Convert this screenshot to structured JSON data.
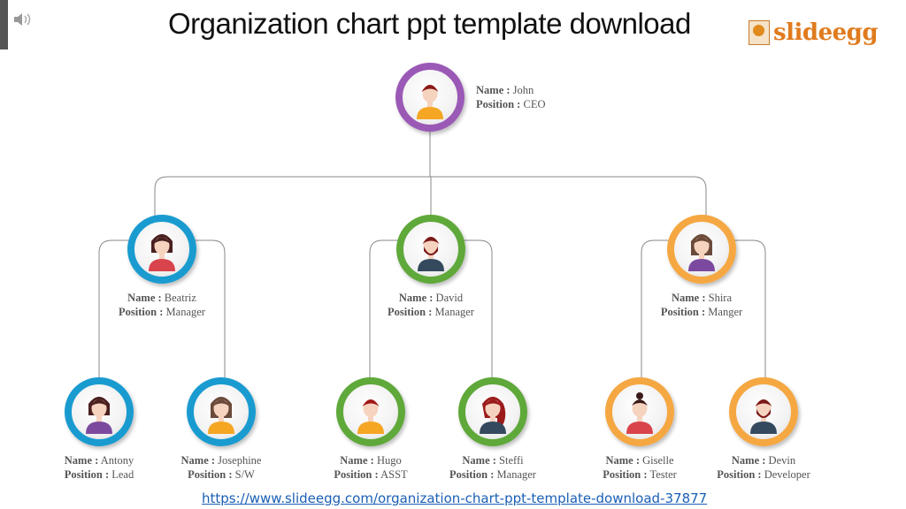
{
  "title": "Organization chart ppt template download",
  "logo": {
    "text": "slideegg",
    "color": "#e07b1e"
  },
  "labels": {
    "name": "Name :",
    "position": "Position :"
  },
  "ring_colors": {
    "purple": "#9b59b6",
    "blue": "#1a9bd0",
    "green": "#5fa83a",
    "orange": "#f5a742"
  },
  "people": [
    {
      "id": "john",
      "name": "John",
      "position": "CEO",
      "ring": "purple",
      "hair": "#8b1a1a",
      "shirt": "#f5a623",
      "style": "short"
    },
    {
      "id": "beatriz",
      "name": "Beatriz",
      "position": "Manager",
      "ring": "blue",
      "hair": "#4a1f1f",
      "shirt": "#d9434b",
      "style": "bob"
    },
    {
      "id": "david",
      "name": "David",
      "position": "Manager",
      "ring": "green",
      "hair": "#7a1a1a",
      "shirt": "#34495e",
      "style": "beard"
    },
    {
      "id": "shira",
      "name": "Shira",
      "position": "Manger",
      "ring": "orange",
      "hair": "#6b4a3a",
      "shirt": "#7b4a9e",
      "style": "long"
    },
    {
      "id": "antony",
      "name": "Antony",
      "position": "Lead",
      "ring": "blue",
      "hair": "#4a1f1f",
      "shirt": "#7b4a9e",
      "style": "bob"
    },
    {
      "id": "josephine",
      "name": "Josephine",
      "position": "S/W",
      "ring": "blue",
      "hair": "#6b4a3a",
      "shirt": "#f5a623",
      "style": "long"
    },
    {
      "id": "hugo",
      "name": "Hugo",
      "position": "ASST",
      "ring": "green",
      "hair": "#a01818",
      "shirt": "#f5a623",
      "style": "short"
    },
    {
      "id": "steffi",
      "name": "Steffi",
      "position": "Manager",
      "ring": "green",
      "hair": "#9b1b1b",
      "shirt": "#34495e",
      "style": "wavy"
    },
    {
      "id": "giselle",
      "name": "Giselle",
      "position": "Tester",
      "ring": "orange",
      "hair": "#3a1a1a",
      "shirt": "#d9434b",
      "style": "bun"
    },
    {
      "id": "devin",
      "name": "Devin",
      "position": "Developer",
      "ring": "orange",
      "hair": "#7a1a1a",
      "shirt": "#34495e",
      "style": "beard"
    }
  ],
  "url": "https://www.slideegg.com/organization-chart-ppt-template-download-37877",
  "icons": {
    "speaker": "speaker-icon"
  }
}
